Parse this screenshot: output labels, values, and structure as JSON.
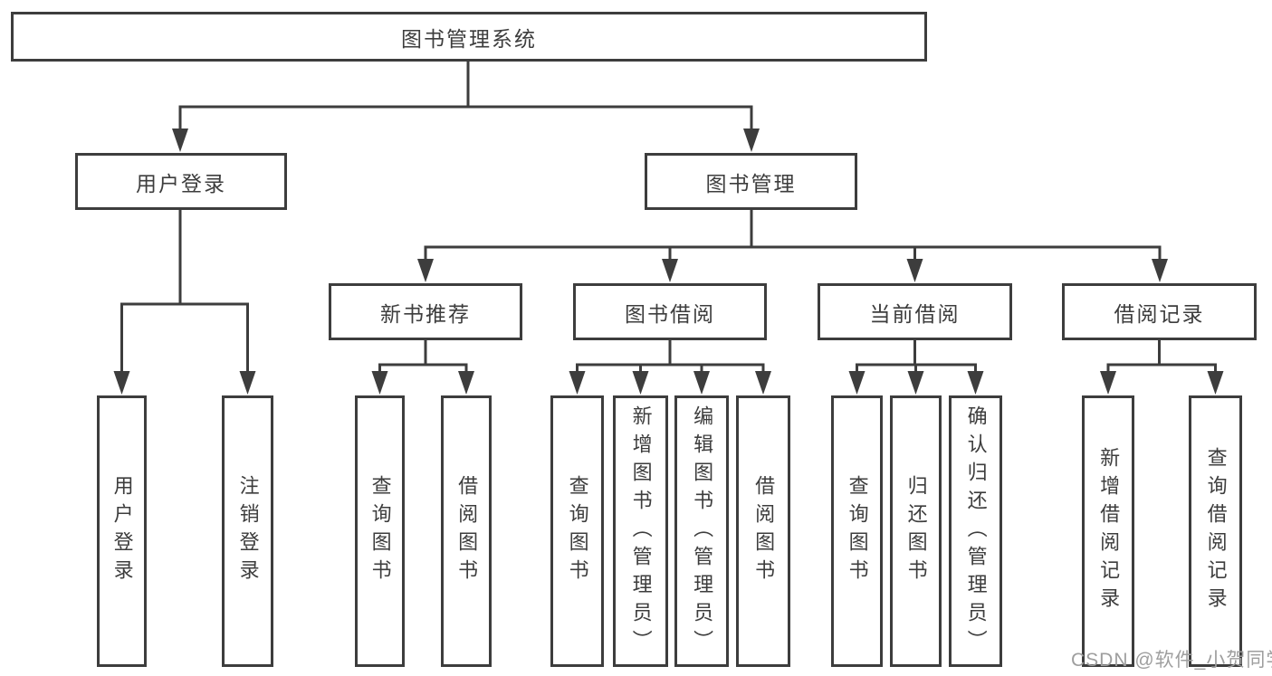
{
  "diagram": {
    "colors": {
      "line": "#3d3d3d",
      "text": "#3d3d3d",
      "box_background": "#ffffff",
      "watermark": "#9e9e9e"
    },
    "root": {
      "label": "图书管理系统"
    },
    "branches": [
      {
        "label": "用户登录",
        "children": [
          {
            "label": "用户登录"
          },
          {
            "label": "注销登录"
          }
        ]
      },
      {
        "label": "图书管理",
        "children": [
          {
            "label": "新书推荐",
            "children": [
              {
                "label": "查询图书"
              },
              {
                "label": "借阅图书"
              }
            ]
          },
          {
            "label": "图书借阅",
            "children": [
              {
                "label": "查询图书"
              },
              {
                "label": "新增图书（管理员）"
              },
              {
                "label": "编辑图书（管理员）"
              },
              {
                "label": "借阅图书"
              }
            ]
          },
          {
            "label": "当前借阅",
            "children": [
              {
                "label": "查询图书"
              },
              {
                "label": "归还图书"
              },
              {
                "label": "确认归还（管理员）"
              }
            ]
          },
          {
            "label": "借阅记录",
            "children": [
              {
                "label": "新增借阅记录"
              },
              {
                "label": "查询借阅记录"
              }
            ]
          }
        ]
      }
    ]
  },
  "watermark": {
    "text": "CSDN @软件_小贺同学"
  }
}
